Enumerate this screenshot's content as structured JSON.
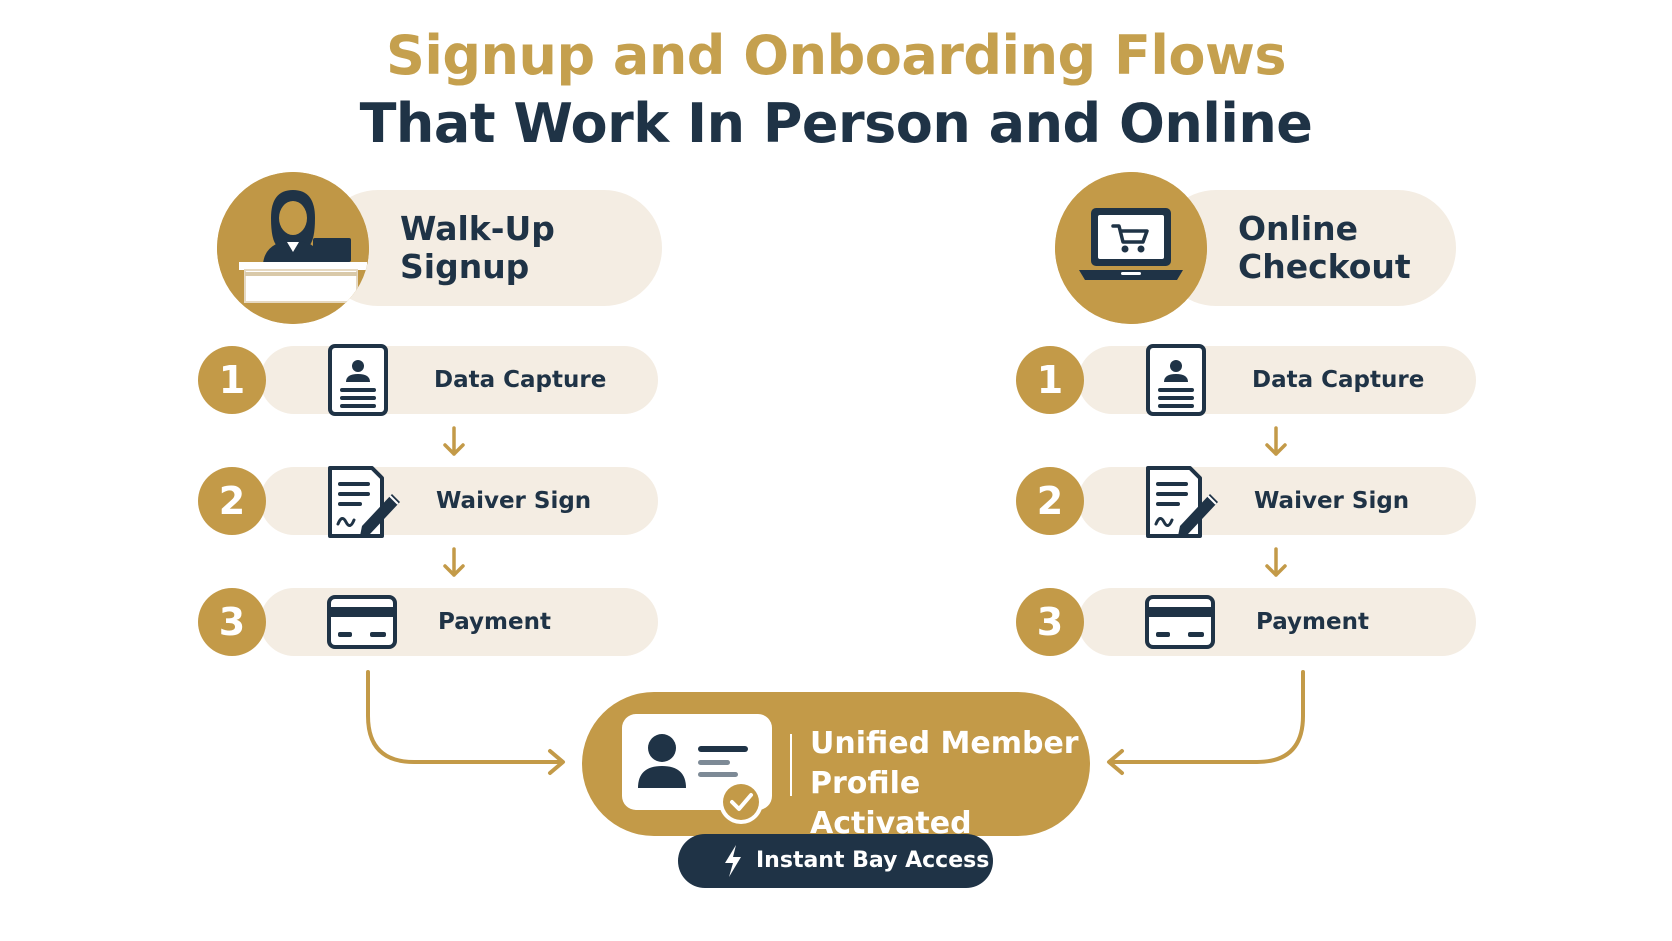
{
  "title": {
    "line1": "Signup and Onboarding  Flows",
    "line2": "That Work In Person and Online"
  },
  "colors": {
    "gold": "#c39a48",
    "navy": "#1f3346",
    "cream": "#f4ede3",
    "white": "#ffffff"
  },
  "flows": [
    {
      "heading": "Walk-Up\nSignup",
      "icon": "receptionist-desk-icon",
      "steps": [
        {
          "number": "1",
          "label": "Data Capture",
          "icon": "id-card-icon"
        },
        {
          "number": "2",
          "label": "Waiver Sign",
          "icon": "document-sign-icon"
        },
        {
          "number": "3",
          "label": "Payment",
          "icon": "credit-card-icon"
        }
      ]
    },
    {
      "heading": "Online\nCheckout",
      "icon": "laptop-cart-icon",
      "steps": [
        {
          "number": "1",
          "label": "Data Capture",
          "icon": "id-card-icon"
        },
        {
          "number": "2",
          "label": "Waiver Sign",
          "icon": "document-sign-icon"
        },
        {
          "number": "3",
          "label": "Payment",
          "icon": "credit-card-icon"
        }
      ]
    }
  ],
  "result": {
    "label": "Unified Member\nProfile Activated",
    "icon": "member-profile-check-icon"
  },
  "badge": {
    "label": "Instant Bay Access",
    "icon": "lightning-icon"
  }
}
